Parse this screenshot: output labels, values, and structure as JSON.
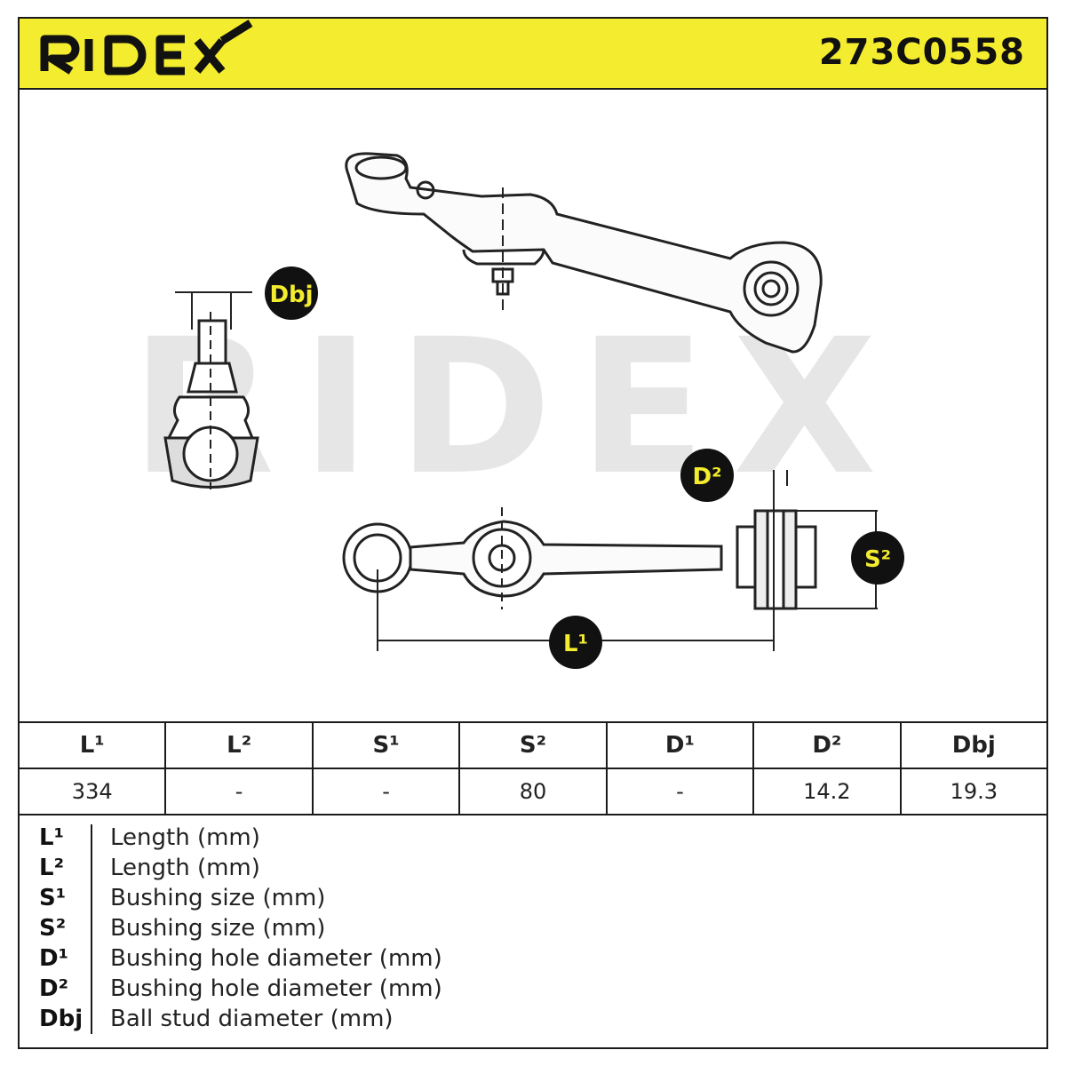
{
  "brand": {
    "logo_text": "RIDEX",
    "part_number": "273C0558",
    "accent_color": "#f4ec2e"
  },
  "watermark": {
    "text": "RIDEX"
  },
  "diagram_labels": {
    "dbj": "Dbj",
    "d2": "D²",
    "s2": "S²",
    "l1": "L¹"
  },
  "table": {
    "headers": [
      "L¹",
      "L²",
      "S¹",
      "S²",
      "D¹",
      "D²",
      "Dbj"
    ],
    "values": [
      "334",
      "-",
      "-",
      "80",
      "-",
      "14.2",
      "19.3"
    ]
  },
  "legend": [
    {
      "symbol": "L¹",
      "description": "Length (mm)"
    },
    {
      "symbol": "L²",
      "description": "Length (mm)"
    },
    {
      "symbol": "S¹",
      "description": "Bushing size (mm)"
    },
    {
      "symbol": "S²",
      "description": "Bushing size (mm)"
    },
    {
      "symbol": "D¹",
      "description": "Bushing hole diameter (mm)"
    },
    {
      "symbol": "D²",
      "description": "Bushing hole diameter (mm)"
    },
    {
      "symbol": "Dbj",
      "description": "Ball stud diameter (mm)"
    }
  ]
}
